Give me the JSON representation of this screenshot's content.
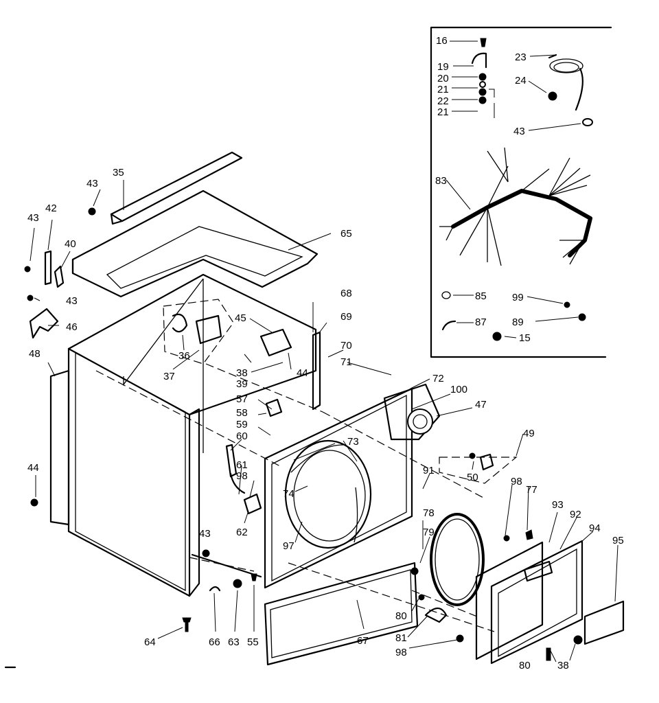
{
  "labels": {
    "p16": "16",
    "p19": "19",
    "p20": "20",
    "p21a": "21",
    "p22": "22",
    "p21b": "21",
    "p23": "23",
    "p24": "24",
    "p43a": "43",
    "p83": "83",
    "p85": "85",
    "p99": "99",
    "p87": "87",
    "p89": "89",
    "p15": "15",
    "p35": "35",
    "p43b": "43",
    "p42": "42",
    "p43c": "43",
    "p40": "40",
    "p43d": "43",
    "p46": "46",
    "p48": "48",
    "p44a": "44",
    "p65": "65",
    "p36": "36",
    "p37": "37",
    "p45": "45",
    "p68": "68",
    "p69": "69",
    "p70": "70",
    "p71": "71",
    "p38a": "38",
    "p39": "39",
    "p44b": "44",
    "p57": "57",
    "p58": "58",
    "p59": "59",
    "p60": "60",
    "p61": "61",
    "p98a": "98",
    "p62": "62",
    "p43e": "43",
    "p72": "72",
    "p100": "100",
    "p47": "47",
    "p73": "73",
    "p49": "49",
    "p50": "50",
    "p91": "91",
    "p74": "74",
    "p97": "97",
    "p98b": "98",
    "p77": "77",
    "p93": "93",
    "p92": "92",
    "p94": "94",
    "p95": "95",
    "p78": "78",
    "p79": "79",
    "p80a": "80",
    "p81": "81",
    "p98c": "98",
    "p80b": "80",
    "p38b": "38",
    "p64": "64",
    "p66": "66",
    "p63": "63",
    "p55": "55",
    "p67": "67"
  }
}
